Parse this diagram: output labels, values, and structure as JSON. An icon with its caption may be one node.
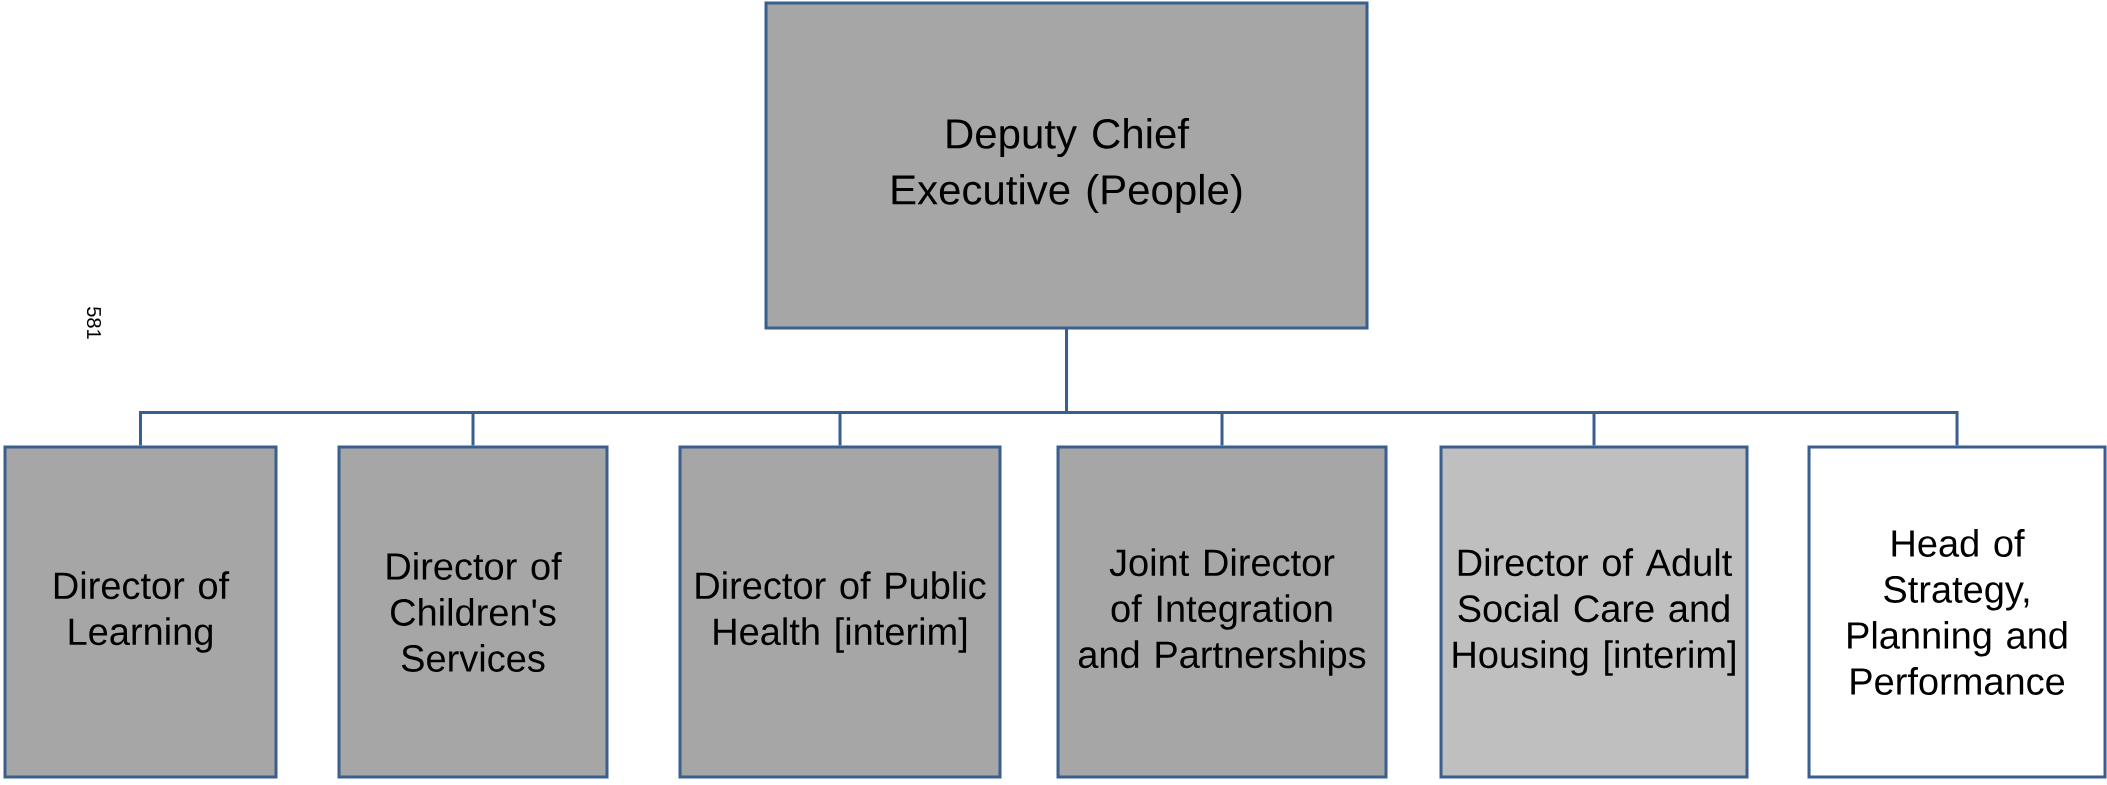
{
  "diagram": {
    "nodes": [
      {
        "text": [
          "Deputy Chief Executive (People)"
        ]
      },
      {
        "text": [
          "Director of Learning"
        ]
      },
      {
        "text": [
          "Director of Children's Services"
        ]
      },
      {
        "text": [
          "Director of Public Health [interim]"
        ]
      },
      {
        "text": [
          "Joint Director of Integration and Partnerships"
        ]
      },
      {
        "text": [
          "Director of Adult Social Care and Housing [interim]"
        ]
      },
      {
        "text": [
          "Head of Strategy, Planning and Performance"
        ]
      }
    ],
    "edges": [
      {
        "from": 0,
        "to": 1,
        "arrow": "none"
      },
      {
        "from": 0,
        "to": 2,
        "arrow": "none"
      },
      {
        "from": 0,
        "to": 3,
        "arrow": "none"
      },
      {
        "from": 0,
        "to": 4,
        "arrow": "none"
      },
      {
        "from": 0,
        "to": 5,
        "arrow": "none"
      },
      {
        "from": 0,
        "to": 6,
        "arrow": "none"
      }
    ],
    "labels": [
      "581"
    ]
  }
}
